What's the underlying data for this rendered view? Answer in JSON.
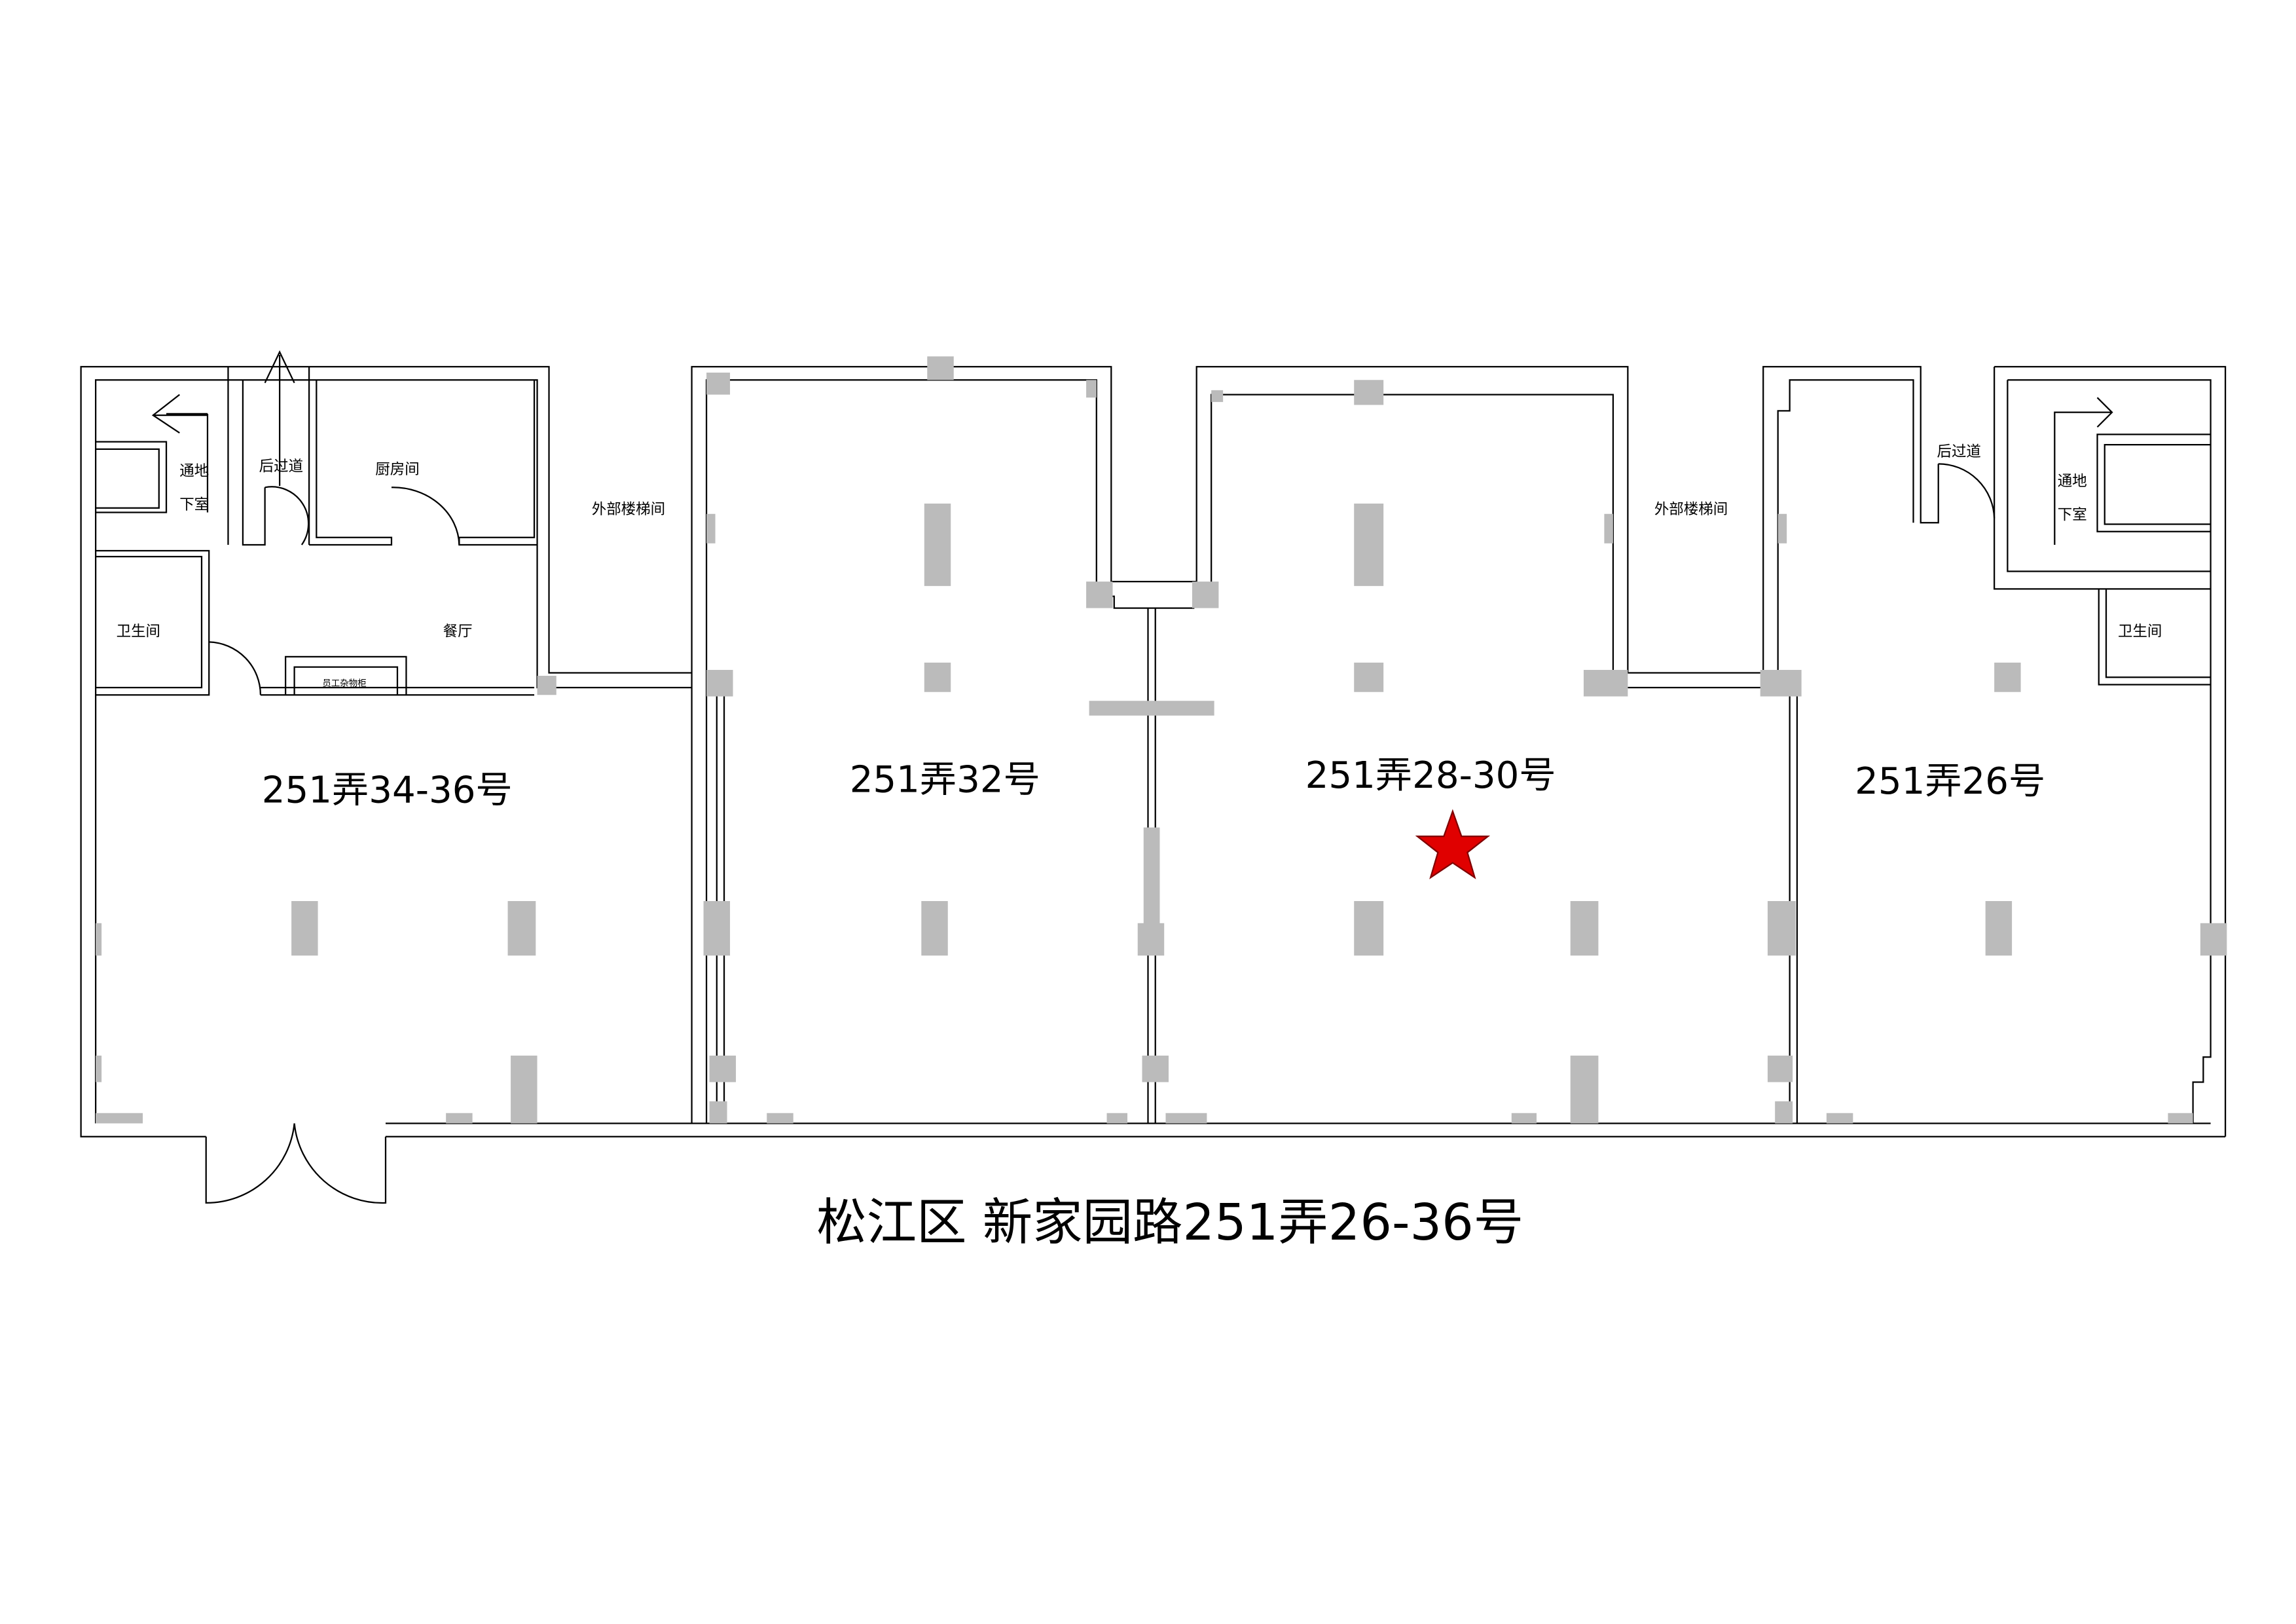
{
  "title": "松江区 新家园路251弄26-36号",
  "units": [
    {
      "label": "251弄34-36号"
    },
    {
      "label": "251弄32号"
    },
    {
      "label": "251弄28-30号"
    },
    {
      "label": "251弄26号"
    }
  ],
  "rooms": {
    "basement_left_1": "通地",
    "basement_left_2": "下室",
    "back_passage_left": "后过道",
    "kitchen": "厨房间",
    "external_stair_left": "外部楼梯间",
    "restroom_left": "卫生间",
    "dining": "餐厅",
    "staff_locker": "员工杂物柜",
    "external_stair_right": "外部楼梯间",
    "back_passage_right": "后过道",
    "basement_right_1": "通地",
    "basement_right_2": "下室",
    "restroom_right": "卫生间"
  },
  "marker": {
    "icon": "star-icon",
    "color": "#e00000",
    "unit": "251弄28-30号"
  }
}
